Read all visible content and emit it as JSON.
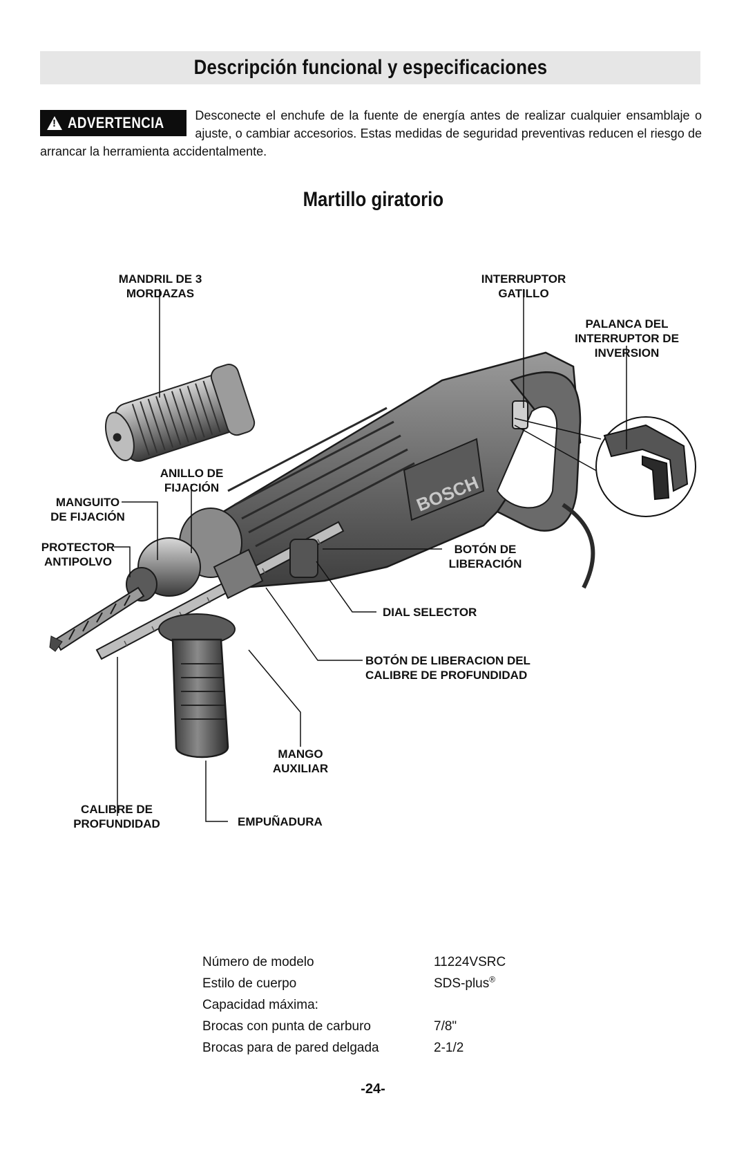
{
  "header": {
    "title": "Descripción funcional y especificaciones"
  },
  "warning": {
    "badge": "ADVERTENCIA",
    "text": "Desconecte el enchufe de la fuente de energía antes de realizar cualquier ensamblaje o ajuste, o cambiar accesorios. Estas medidas de seguridad preventivas reducen el riesgo de arrancar la herramienta accidentalmente."
  },
  "product_title": "Martillo giratorio",
  "diagram": {
    "brand": "BOSCH",
    "labels": {
      "chuck": [
        "MANDRIL DE 3",
        "MORDAZAS"
      ],
      "trigger": [
        "INTERRUPTOR",
        "GATILLO"
      ],
      "reversing_lever": [
        "PALANCA DEL",
        "INTERRUPTOR DE",
        "INVERSION"
      ],
      "locking_ring": [
        "ANILLO DE",
        "FIJACIÓN"
      ],
      "locking_sleeve": [
        "MANGUITO",
        "DE FIJACIÓN"
      ],
      "dust_protector": [
        "PROTECTOR",
        "ANTIPOLVO"
      ],
      "release_button": [
        "BOTÓN DE",
        "LIBERACIÓN"
      ],
      "selector_dial": [
        "DIAL SELECTOR"
      ],
      "depth_gauge_release": [
        "BOTÓN DE LIBERACION DEL",
        "CALIBRE DE PROFUNDIDAD"
      ],
      "aux_handle": [
        "MANGO",
        "AUXILIAR"
      ],
      "depth_gauge": [
        "CALIBRE DE",
        "PROFUNDIDAD"
      ],
      "grip": [
        "EMPUÑADURA"
      ]
    }
  },
  "specs": [
    {
      "name": "Número de modelo",
      "value": "11224VSRC"
    },
    {
      "name": "Estilo de cuerpo",
      "value": "SDS-plus",
      "value_suffix": "®"
    },
    {
      "name": "Capacidad máxima:",
      "value": ""
    },
    {
      "name": "Brocas con punta de carburo",
      "value": "7/8\""
    },
    {
      "name": "Brocas para de pared delgada",
      "value": "2-1/2"
    }
  ],
  "page_number": "-24-",
  "colors": {
    "header_bg": "#e6e6e6",
    "badge_bg": "#0d0d0d",
    "tool_body": "#6f6f6f"
  }
}
